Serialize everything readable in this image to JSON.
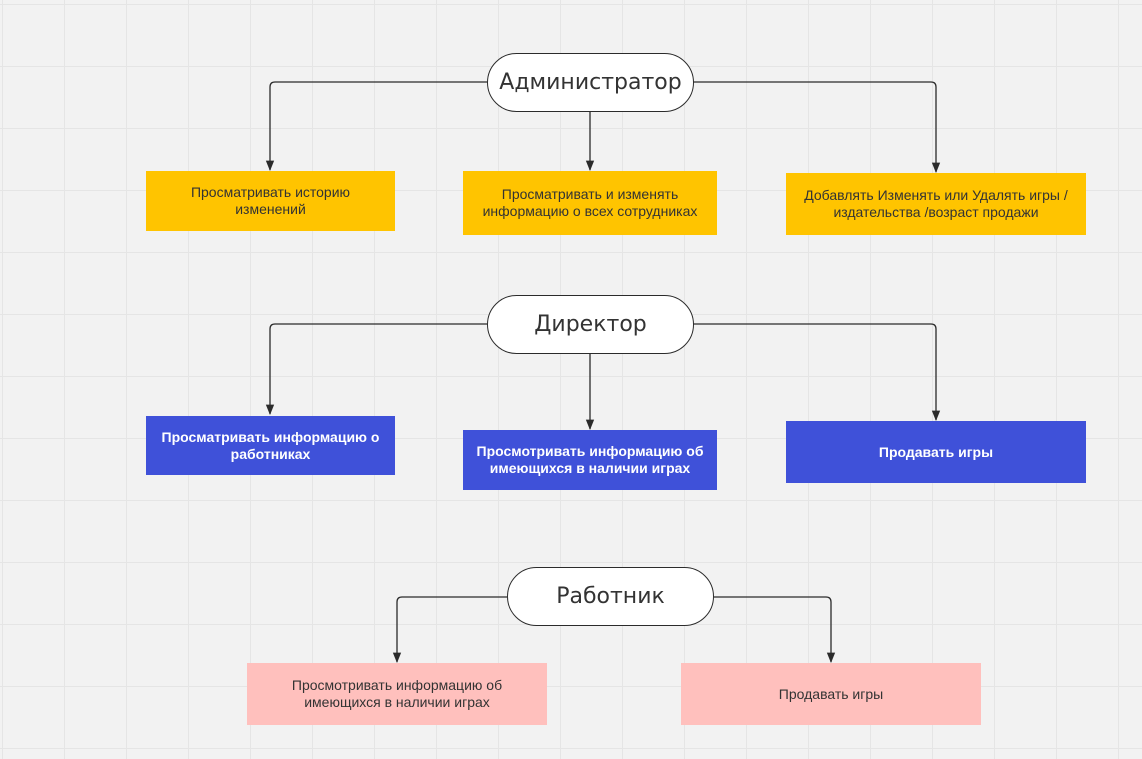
{
  "colors": {
    "canvas": "#f2f2f2",
    "grid_line": "#e5e5e5",
    "connector": "#2b2b2b",
    "admin_card": "#ffc400",
    "director_card": "#3f51d9",
    "worker_card": "#ffc0bd"
  },
  "roles": {
    "admin": "Администратор",
    "director": "Директор",
    "worker": "Работник"
  },
  "admin_cards": {
    "view_history": "Просматривать историю изменений",
    "manage_employees": "Просматривать и изменять информацию о всех сотрудниках",
    "manage_games": "Добавлять Изменять или Удалять игры / издательства /возраст продажи"
  },
  "director_cards": {
    "view_workers": "Просматривать информацию о работниках",
    "view_games": "Просмотривать информацию об имеющихся в наличии играх",
    "sell_games": "Продавать игры"
  },
  "worker_cards": {
    "view_games": "Просмотривать информацию об имеющихся в наличии играх",
    "sell_games": "Продавать игры"
  }
}
